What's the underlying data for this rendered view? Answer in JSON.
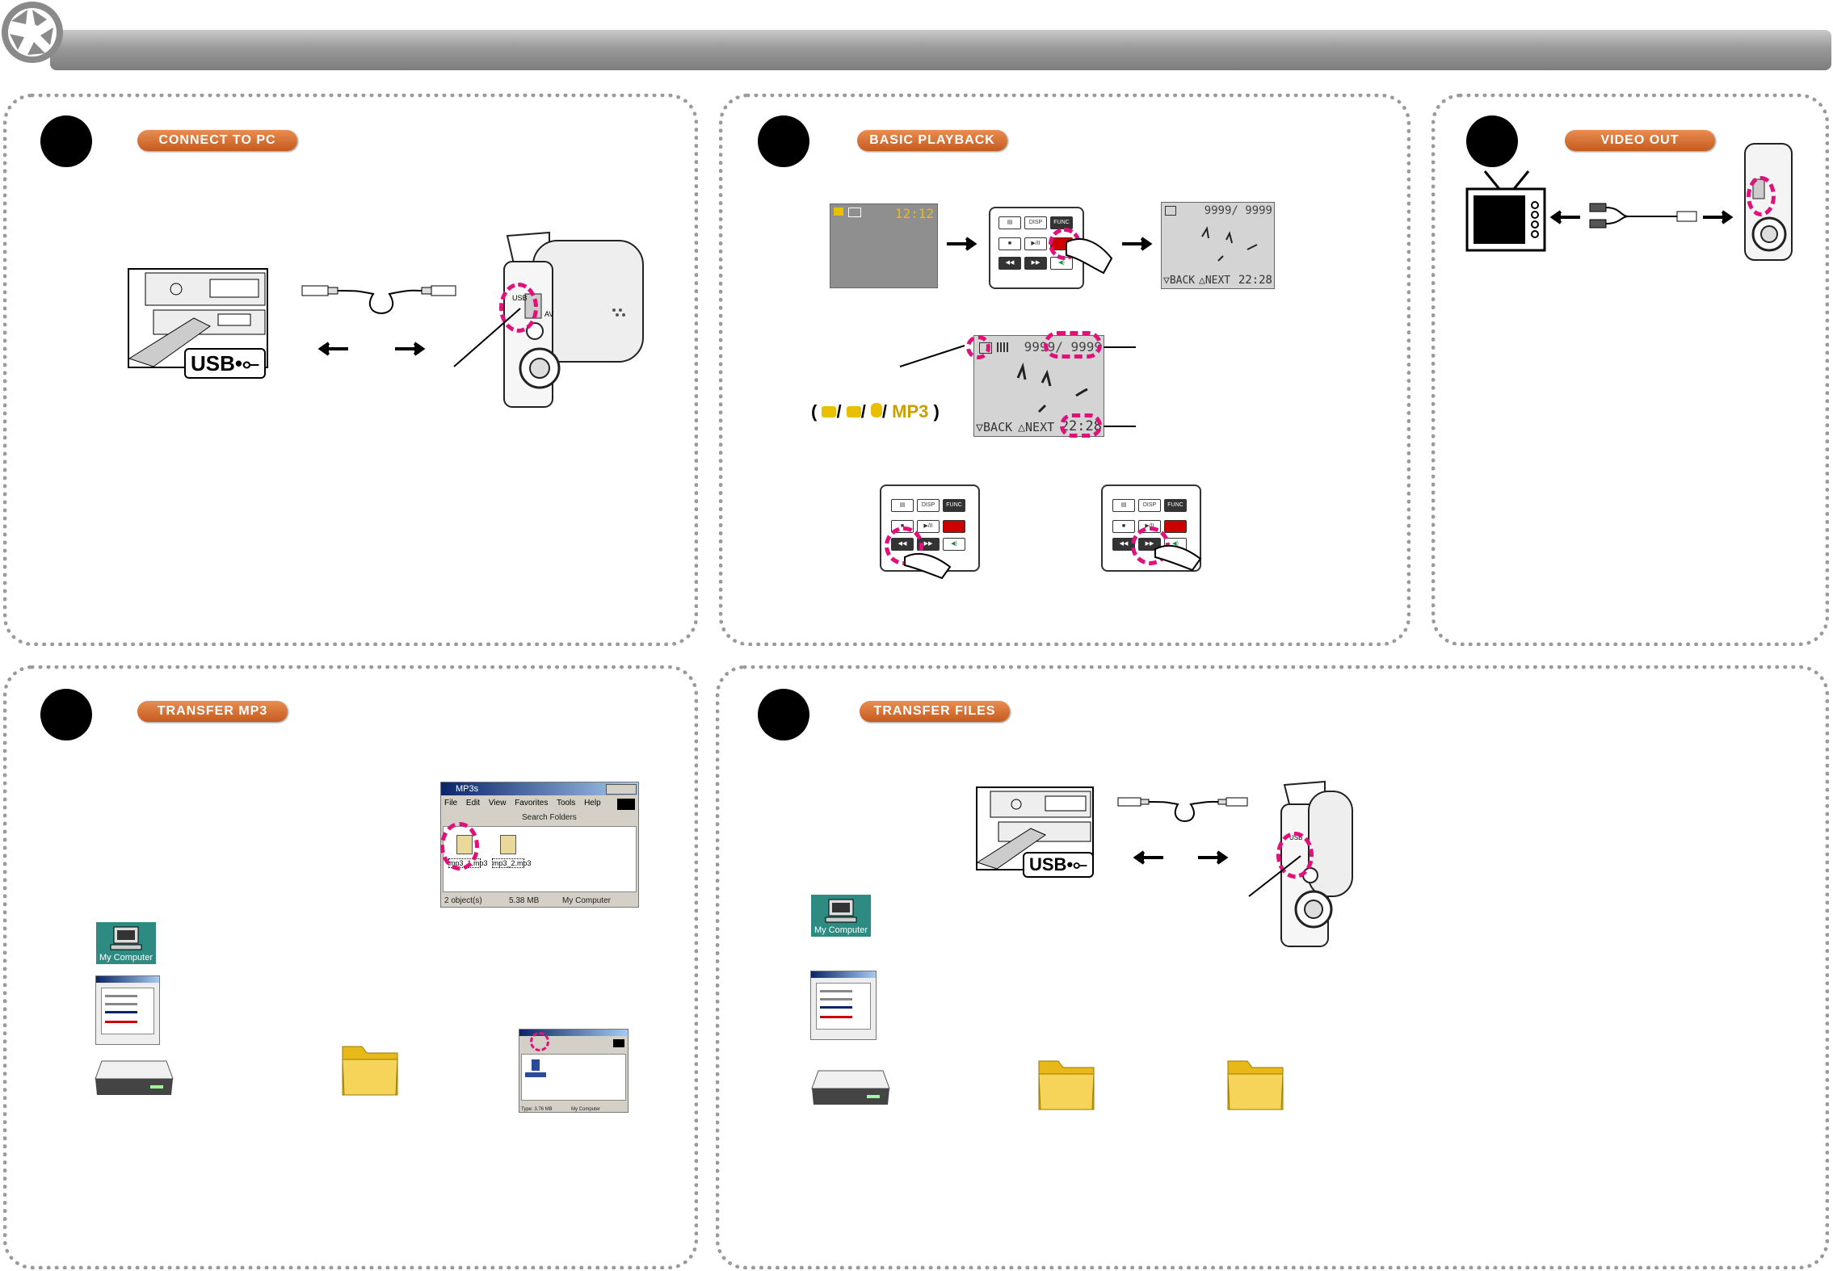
{
  "sections": {
    "connect": {
      "step": "",
      "title": "CONNECT TO PC"
    },
    "playback": {
      "step": "",
      "title": "BASIC PLAYBACK"
    },
    "videoout": {
      "step": "",
      "title": "VIDEO OUT"
    },
    "mp3": {
      "step": "",
      "title": "TRANSFER MP3"
    },
    "files": {
      "step": "",
      "title": "TRANSFER FILES"
    }
  },
  "usb": {
    "label": "USB•⟜"
  },
  "camera": {
    "usb_port": "USB",
    "av_port": "AV"
  },
  "lcd": {
    "record_time": "12:12",
    "counter": "9999/ 9999",
    "counter_big": "9999/ 9999",
    "back": "▽BACK",
    "next": "△NEXT",
    "time": "22:28",
    "mode_legend_open": "(",
    "mode_legend_mp3": "MP3",
    "mode_legend_close": ")"
  },
  "keypad": {
    "menu": "▤",
    "disp": "DISP",
    "func": "FUNC",
    "stop": "■",
    "play": "▶/II",
    "rew": "◀◀",
    "ff": "▶▶",
    "vol": "VOL"
  },
  "explorer": {
    "title": "MP3s",
    "menu": [
      "File",
      "Edit",
      "View",
      "Favorites",
      "Tools",
      "Help"
    ],
    "toolbar": "Search  Folders",
    "files": [
      "mp3_1.mp3",
      "mp3_2.mp3"
    ],
    "status_objects": "2 object(s)",
    "status_size": "5.38 MB",
    "status_location": "My Computer"
  },
  "explorer_small": {
    "status_size": "Type: 3.76 MB",
    "status_location": "My Computer"
  },
  "desktop": {
    "my_computer": "My Computer"
  },
  "colors": {
    "accent": "#e0117a",
    "pill": "#d36a2c",
    "panel_border": "#9a9a9a",
    "header_bar": "#9a9a9a"
  }
}
